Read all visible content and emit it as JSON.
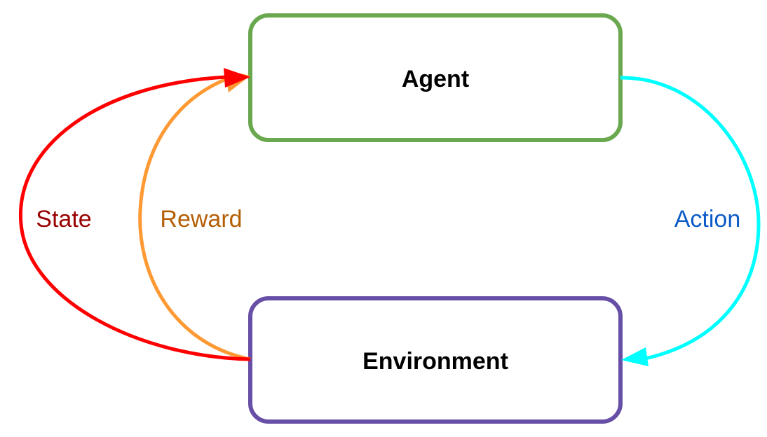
{
  "diagram": {
    "nodes": [
      {
        "id": "agent",
        "label": "Agent",
        "border_color": "#6aa84f"
      },
      {
        "id": "environment",
        "label": "Environment",
        "border_color": "#674ea7"
      }
    ],
    "edges": [
      {
        "id": "state",
        "from": "environment",
        "to": "agent",
        "label": "State",
        "line_color": "#ff0000",
        "label_color": "#990000"
      },
      {
        "id": "reward",
        "from": "environment",
        "to": "agent",
        "label": "Reward",
        "line_color": "#ff9933",
        "label_color": "#b45f06"
      },
      {
        "id": "action",
        "from": "agent",
        "to": "environment",
        "label": "Action",
        "line_color": "#00ffff",
        "label_color": "#0b5cc7"
      }
    ]
  }
}
